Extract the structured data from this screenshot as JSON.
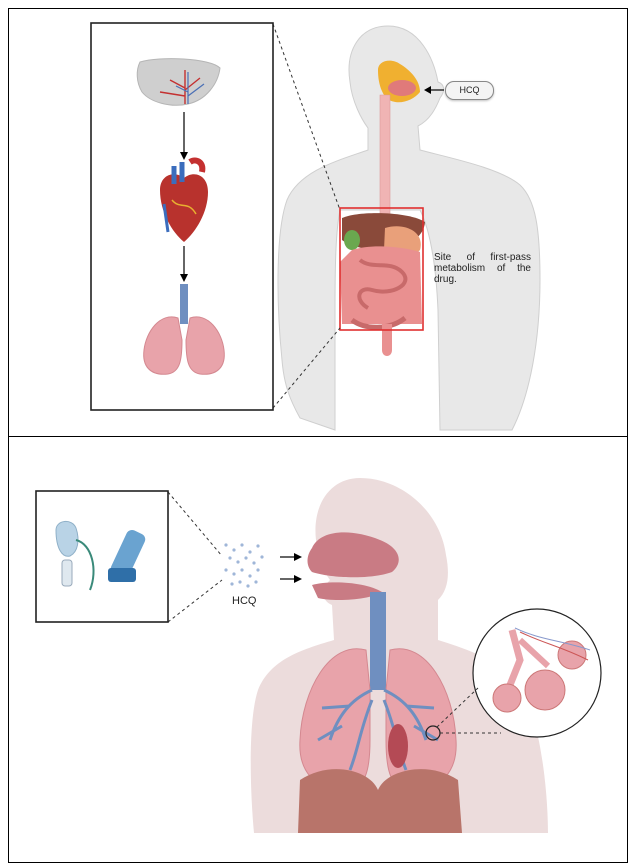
{
  "top_panel": {
    "drug_label": "HCQ",
    "site_text": "Site of first-pass metabolism of the drug.",
    "inset_organs": [
      "liver-icon",
      "heart-icon",
      "lungs-icon"
    ]
  },
  "bottom_panel": {
    "drug_label": "HCQ",
    "devices": [
      "nebulizer-icon",
      "inhaler-icon"
    ]
  },
  "colors": {
    "skin": "#e6e6e6",
    "highlight_box": "#e03030",
    "lung": "#e8a3aa",
    "airway": "#6f8fc0",
    "esophagus": "#f0b4b4"
  }
}
